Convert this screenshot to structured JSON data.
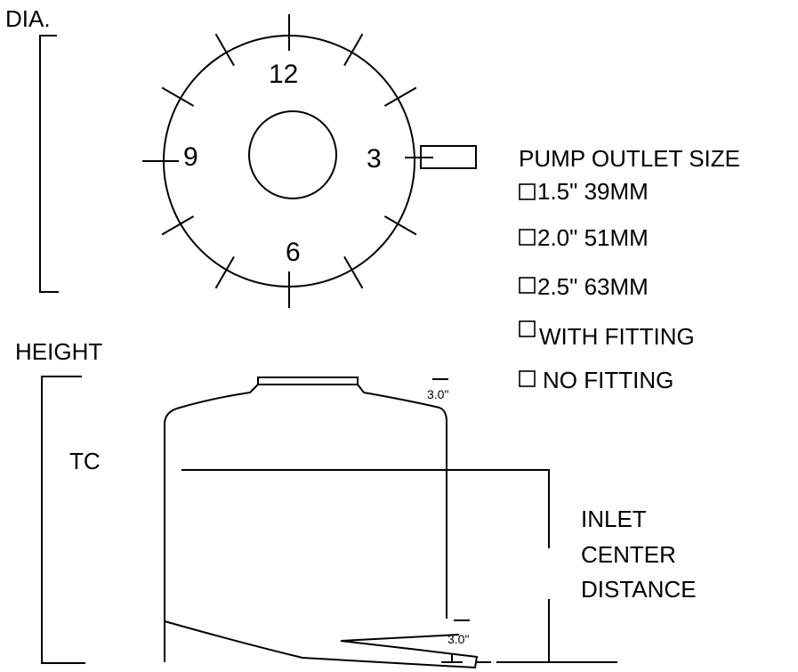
{
  "labels": {
    "diameter": "DIA.",
    "height": "HEIGHT",
    "tc": "TC",
    "dim_top": "3.0\"",
    "dim_bottom": "3.0\"",
    "inlet_line1": "INLET",
    "inlet_line2": "CENTER",
    "inlet_line3": "DISTANCE"
  },
  "clock": {
    "n12": "12",
    "n3": "3",
    "n6": "6",
    "n9": "9"
  },
  "pump_outlet": {
    "title": "PUMP OUTLET SIZE",
    "options": [
      "1.5\" 39MM",
      "2.0\" 51MM",
      "2.5\" 63MM",
      "WITH FITTING",
      "NO FITTING"
    ]
  }
}
